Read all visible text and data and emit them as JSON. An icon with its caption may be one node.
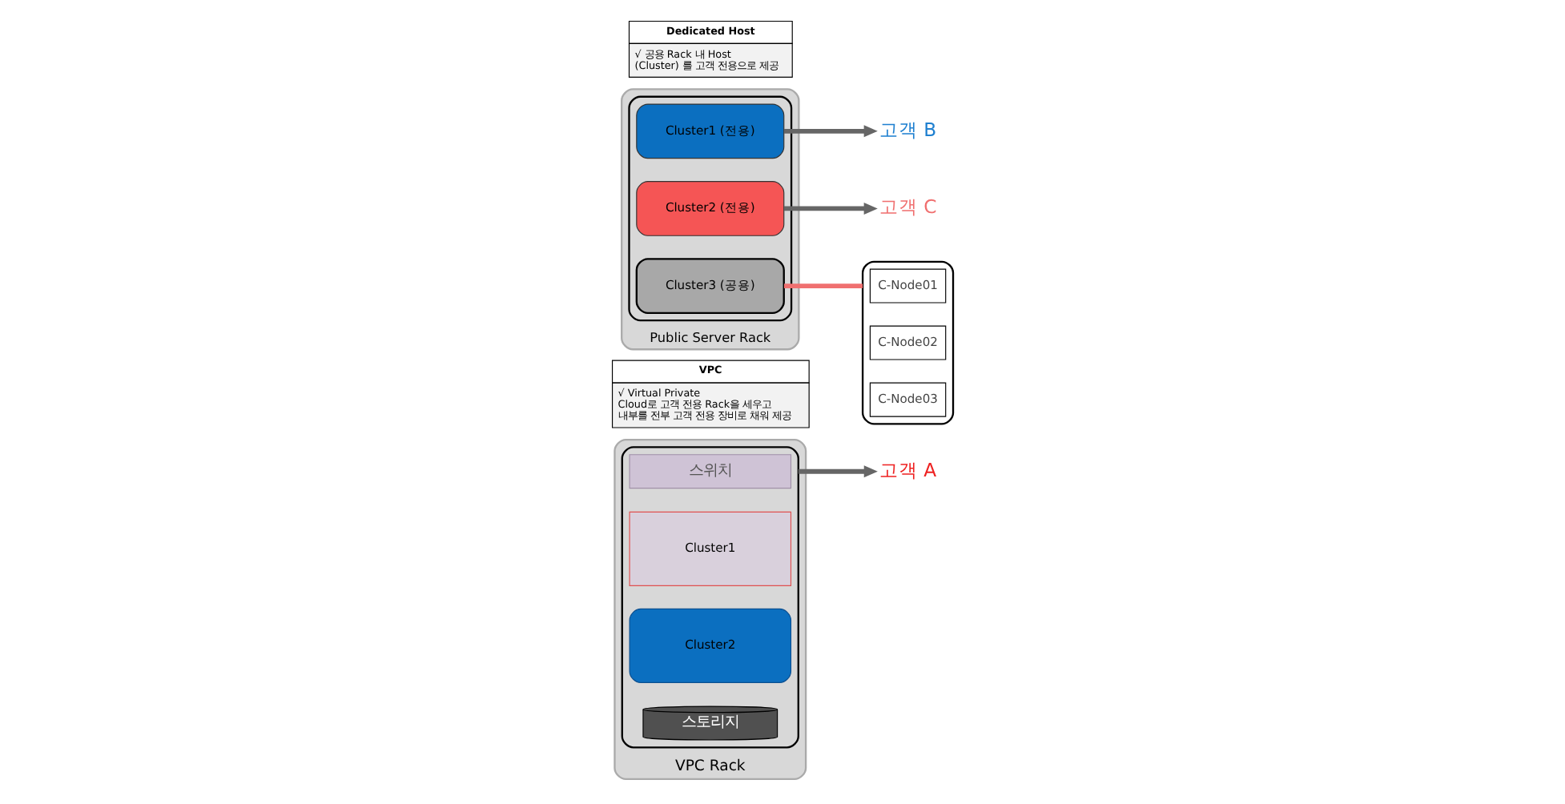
{
  "diagram": {
    "nodes": [
      {
        "text": [
          "VPC Rack"
        ]
      },
      {
        "text": [],
        "shape": "box",
        "in": 0
      },
      {
        "text": [
          "스위치"
        ],
        "in": 1
      },
      {
        "text": [
          "Cluster1"
        ],
        "in": 1
      },
      {
        "text": [
          "Cluster2"
        ],
        "in": 1
      },
      {
        "text": [
          "스토리지"
        ],
        "in": 1
      },
      {
        "text": [
          "고객 A"
        ]
      },
      {
        "text": [
          "VPC",
          "√ Virtual Private Cloud로 고객 전용 Rack을 세우고 내부를 전부 고객 전용 장비로 채워 제공"
        ]
      },
      {
        "text": [
          "Public Server Rack"
        ]
      },
      {
        "text": [],
        "shape": "box",
        "in": 8
      },
      {
        "text": [
          "Cluster1 (전용)"
        ],
        "in": 9
      },
      {
        "text": [
          "Cluster2 (전용)"
        ],
        "in": 9
      },
      {
        "text": [
          "Cluster3 (공용)"
        ],
        "in": 9
      },
      {
        "text": [
          "고객 B"
        ]
      },
      {
        "text": [
          "고객 C"
        ]
      },
      {
        "text": [
          "Dedicated Host",
          "√ 공용 Rack 내 Host (Cluster) 를 고객 전용으로 제공"
        ]
      },
      {
        "text": [],
        "shape": "box"
      },
      {
        "text": [
          "C-Node01"
        ],
        "in": 16
      },
      {
        "text": [
          "C-Node02"
        ],
        "in": 16
      },
      {
        "text": [
          "C-Node03"
        ],
        "in": 16
      }
    ],
    "edges": [
      {
        "from": 1,
        "to": 6,
        "arrow": "to"
      },
      {
        "from": 10,
        "to": 13,
        "arrow": "to"
      },
      {
        "from": 11,
        "to": 14,
        "arrow": "to"
      },
      {
        "from": 12,
        "to": 16,
        "arrow": "none",
        "color": "#f07070"
      }
    ]
  }
}
